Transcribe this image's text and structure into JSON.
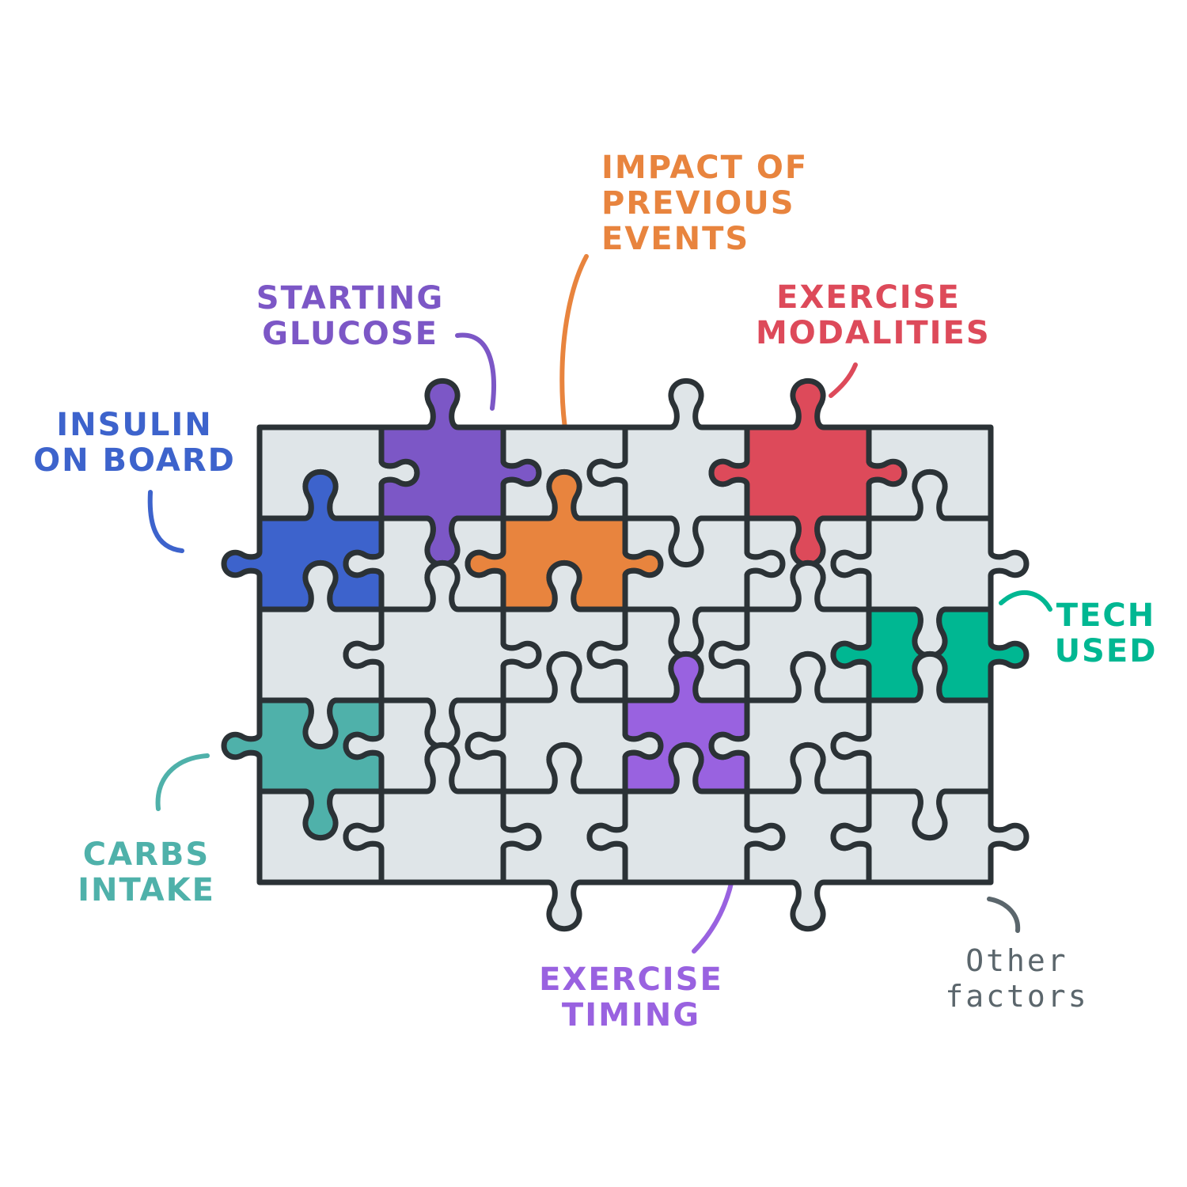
{
  "colors": {
    "background": "#ffffff",
    "piece_fill": "#dfe5e8",
    "piece_stroke": "#2b3236",
    "insulin": "#3d63cc",
    "starting_glucose": "#7c57c6",
    "previous_events": "#e8843e",
    "exercise_modalities": "#dd4a5a",
    "tech": "#00b792",
    "carbs": "#4fb1aa",
    "exercise_timing": "#9962e0",
    "other": "#5b666c"
  },
  "labels": {
    "insulin_on_board": [
      "INSULIN",
      "ON BOARD"
    ],
    "starting_glucose": [
      "STARTING",
      "GLUCOSE"
    ],
    "impact_of_previous_events": [
      "IMPACT OF",
      "PREVIOUS",
      "EVENTS"
    ],
    "exercise_modalities": [
      "EXERCISE",
      "MODALITIES"
    ],
    "tech_used": [
      "TECH",
      "USED"
    ],
    "carbs_intake": [
      "CARBS",
      "INTAKE"
    ],
    "exercise_timing": [
      "EXERCISE",
      "TIMING"
    ],
    "other_factors": [
      "Other",
      "factors"
    ]
  },
  "puzzle": {
    "rows": 5,
    "cols": 6,
    "highlighted": [
      {
        "row": 0,
        "col": 1,
        "color_key": "starting_glucose"
      },
      {
        "row": 0,
        "col": 4,
        "color_key": "exercise_modalities"
      },
      {
        "row": 1,
        "col": 0,
        "color_key": "insulin"
      },
      {
        "row": 1,
        "col": 2,
        "color_key": "previous_events"
      },
      {
        "row": 2,
        "col": 5,
        "color_key": "tech"
      },
      {
        "row": 3,
        "col": 0,
        "color_key": "carbs"
      },
      {
        "row": 3,
        "col": 3,
        "color_key": "exercise_timing"
      }
    ]
  },
  "icons": {
    "pieces": "jigsaw-piece"
  }
}
